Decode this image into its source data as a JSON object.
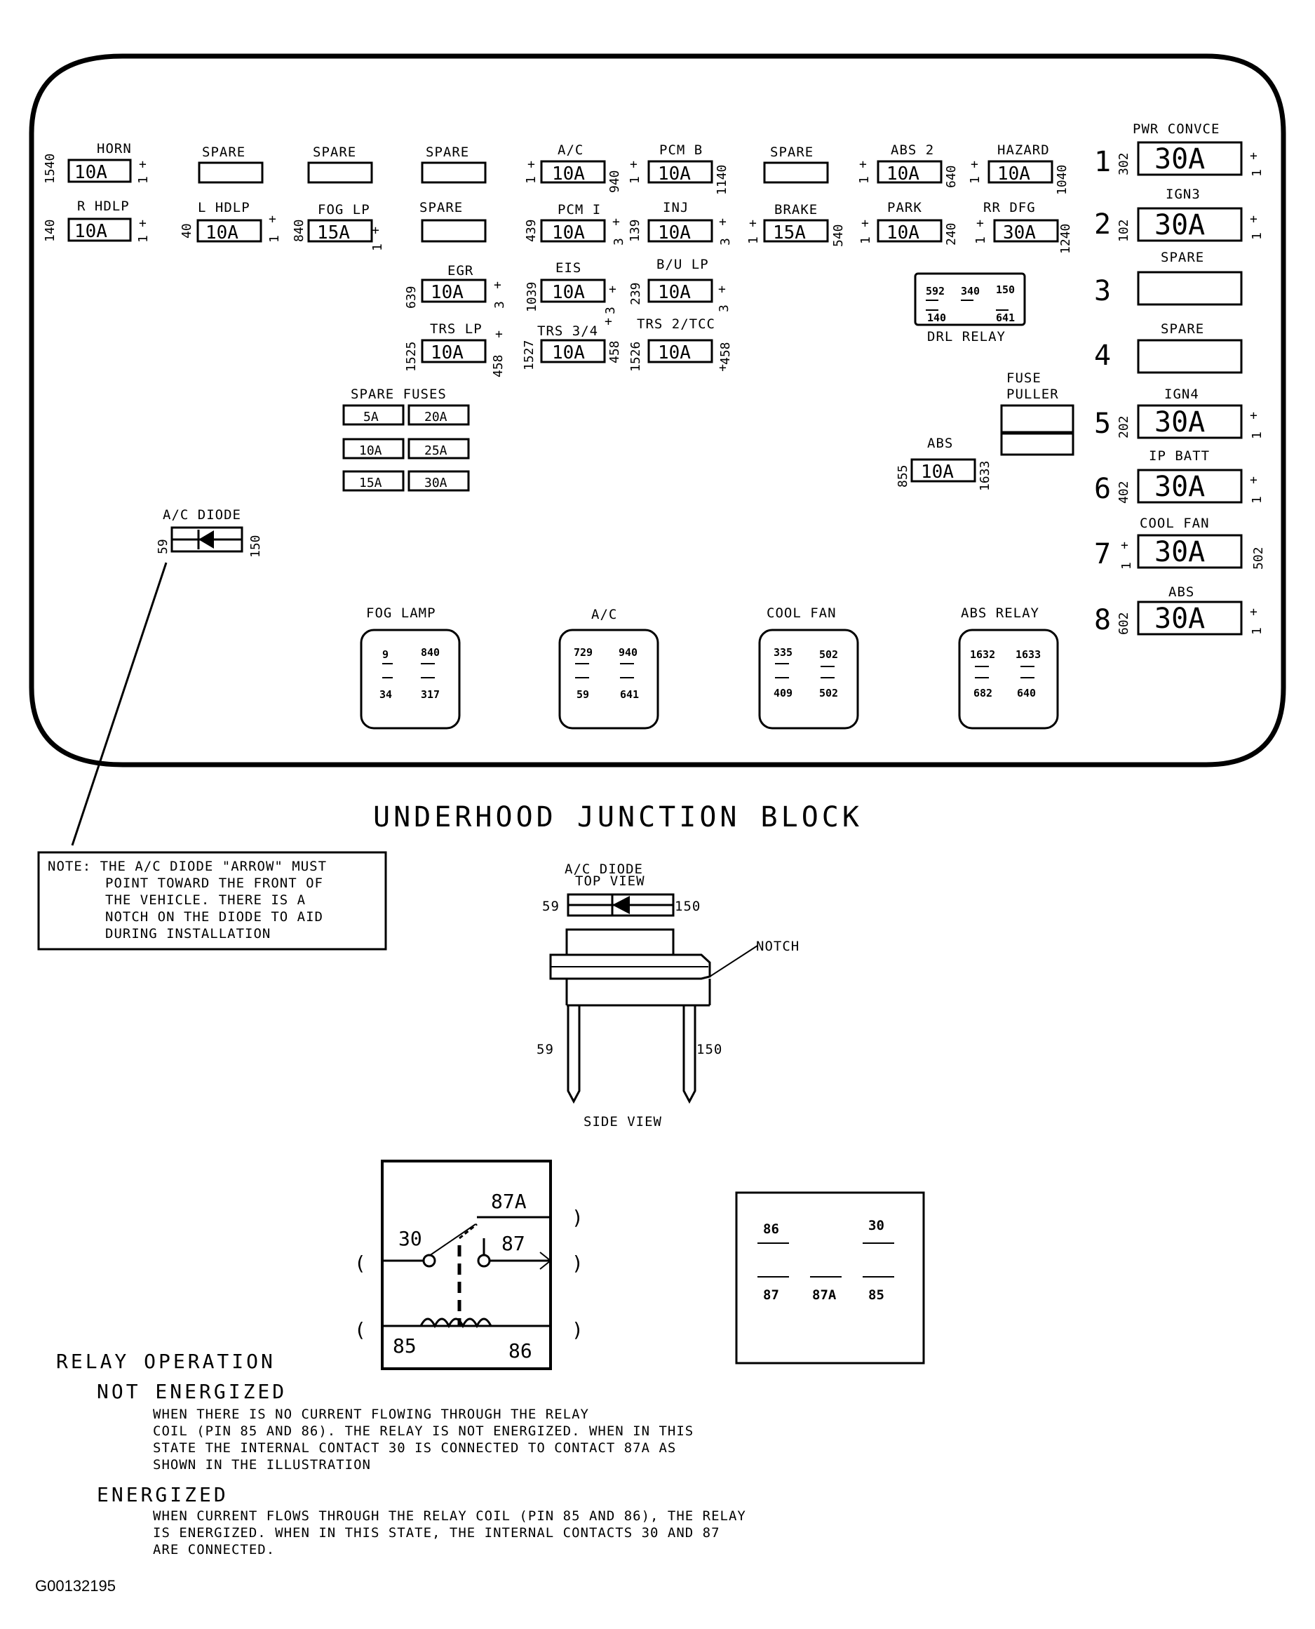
{
  "fuses": [
    {
      "label": "HORN",
      "rating": "10A",
      "left": "1540",
      "right": "+",
      "right2": "1"
    },
    {
      "label": "SPARE",
      "rating": ""
    },
    {
      "label": "SPARE",
      "rating": ""
    },
    {
      "label": "SPARE",
      "rating": ""
    },
    {
      "label": "A/C",
      "rating": "10A",
      "left": "+",
      "left2": "1",
      "right": "940"
    },
    {
      "label": "PCM B",
      "rating": "10A",
      "left": "+",
      "left2": "1",
      "right": "1140"
    },
    {
      "label": "SPARE",
      "rating": ""
    },
    {
      "label": "ABS 2",
      "rating": "10A",
      "left": "+",
      "left2": "1",
      "right": "640"
    },
    {
      "label": "HAZARD",
      "rating": "10A",
      "left": "+",
      "left2": "1",
      "right": "1040"
    },
    {
      "label": "R HDLP",
      "rating": "10A",
      "left": "140",
      "right": "+",
      "right2": "1"
    },
    {
      "label": "L HDLP",
      "rating": "10A",
      "left": "40",
      "right": "+",
      "right2": "1"
    },
    {
      "label": "FOG LP",
      "rating": "15A",
      "left": "840",
      "right": "+",
      "right2": "1"
    },
    {
      "label": "SPARE",
      "rating": ""
    },
    {
      "label": "PCM I",
      "rating": "10A",
      "left": "439",
      "right": "+",
      "right2": "3"
    },
    {
      "label": "INJ",
      "rating": "10A",
      "left": "139",
      "right": "+",
      "right2": "3"
    },
    {
      "label": "BRAKE",
      "rating": "15A",
      "left": "+",
      "left2": "1",
      "right": "540"
    },
    {
      "label": "PARK",
      "rating": "10A",
      "left": "+",
      "left2": "1",
      "right": "240"
    },
    {
      "label": "RR DFG",
      "rating": "30A",
      "left": "+",
      "left2": "1",
      "right": "1240"
    },
    {
      "label": "EGR",
      "rating": "10A",
      "left": "639",
      "right": "+",
      "right2": "3"
    },
    {
      "label": "EIS",
      "rating": "10A",
      "left": "1039",
      "right": "+",
      "right2": "3"
    },
    {
      "label": "B/U LP",
      "rating": "10A",
      "left": "239",
      "right": "+",
      "right2": "3"
    },
    {
      "label": "TRS LP",
      "rating": "10A",
      "left": "1525",
      "right": "458",
      "right2": "+"
    },
    {
      "label": "TRS 3/4",
      "rating": "10A",
      "left": "1527",
      "right": "458",
      "right2": "+"
    },
    {
      "label": "TRS 2/TCC",
      "rating": "10A",
      "left": "1526",
      "right": "458",
      "right2": "+"
    },
    {
      "label": "ABS",
      "rating": "10A",
      "left": "855",
      "right": "1633"
    }
  ],
  "spare_fuses": {
    "title": "SPARE FUSES",
    "values": [
      "5A",
      "20A",
      "10A",
      "25A",
      "15A",
      "30A"
    ]
  },
  "drl_relay": {
    "label": "DRL RELAY",
    "pins": [
      "592",
      "340",
      "150",
      "140",
      "641"
    ]
  },
  "fuse_puller": {
    "line1": "FUSE",
    "line2": "PULLER"
  },
  "maxi_fuses": [
    {
      "pos": "1",
      "label": "PWR CONVCE",
      "rating": "30A",
      "wire": "302",
      "side": "+",
      "side2": "1"
    },
    {
      "pos": "2",
      "label": "IGN3",
      "rating": "30A",
      "wire": "102",
      "side": "+",
      "side2": "1"
    },
    {
      "pos": "3",
      "label": "SPARE",
      "rating": ""
    },
    {
      "pos": "4",
      "label": "SPARE",
      "rating": ""
    },
    {
      "pos": "5",
      "label": "IGN4",
      "rating": "30A",
      "wire": "202",
      "side": "+",
      "side2": "1"
    },
    {
      "pos": "6",
      "label": "IP BATT",
      "rating": "30A",
      "wire": "402",
      "side": "+",
      "side2": "1"
    },
    {
      "pos": "7",
      "label": "COOL FAN",
      "rating": "30A",
      "wire": "502",
      "side": "+",
      "side2": "1"
    },
    {
      "pos": "8",
      "label": "ABS",
      "rating": "30A",
      "wire": "602",
      "side": "+",
      "side2": "1"
    }
  ],
  "relays": [
    {
      "label": "FOG LAMP",
      "pins": [
        "9",
        "840",
        "34",
        "317"
      ]
    },
    {
      "label": "A/C",
      "pins": [
        "729",
        "940",
        "59",
        "641"
      ]
    },
    {
      "label": "COOL FAN",
      "pins": [
        "335",
        "502",
        "409",
        "502"
      ]
    },
    {
      "label": "ABS RELAY",
      "pins": [
        "1632",
        "1633",
        "682",
        "640"
      ]
    }
  ],
  "diode": {
    "label": "A/C DIODE",
    "left": "59",
    "right": "150"
  },
  "block_title": "UNDERHOOD JUNCTION BLOCK",
  "note_lines": [
    "NOTE: THE A/C DIODE \"ARROW\" MUST",
    "POINT TOWARD THE FRONT OF",
    "THE VEHICLE. THERE IS A",
    "NOTCH ON THE DIODE TO AID",
    "DURING INSTALLATION"
  ],
  "diode_detail": {
    "title": "A/C DIODE",
    "subtitle": "TOP VIEW",
    "left": "59",
    "right": "150",
    "notch": "NOTCH",
    "side_left": "59",
    "side_right": "150",
    "side_label": "SIDE VIEW"
  },
  "relay_diagram": {
    "pin87a": "87A",
    "pin30": "30",
    "pin87": "87",
    "pin85": "85",
    "pin86": "86",
    "paren_open": "(",
    "paren_close": ")"
  },
  "relay_pinout": {
    "pins": [
      "86",
      "30",
      "87",
      "87A",
      "85"
    ]
  },
  "relay_operation": {
    "heading": "RELAY OPERATION",
    "not_energized": "NOT ENERGIZED",
    "not_energized_lines": [
      "WHEN THERE IS NO CURRENT FLOWING THROUGH THE RELAY",
      "COIL (PIN 85 AND 86). THE RELAY IS NOT ENERGIZED.  WHEN IN THIS",
      "STATE THE INTERNAL CONTACT   30 IS CONNECTED TO CONTACT 87A AS",
      "SHOWN IN THE ILLUSTRATION"
    ],
    "energized": "ENERGIZED",
    "energized_lines": [
      "WHEN CURRENT FLOWS THROUGH THE RELAY COIL (PIN 85 AND 86), THE RELAY",
      "IS ENERGIZED.  WHEN IN THIS STATE, THE INTERNAL CONTACTS 30 AND 87",
      "ARE CONNECTED."
    ]
  },
  "figure_id": "G00132195"
}
